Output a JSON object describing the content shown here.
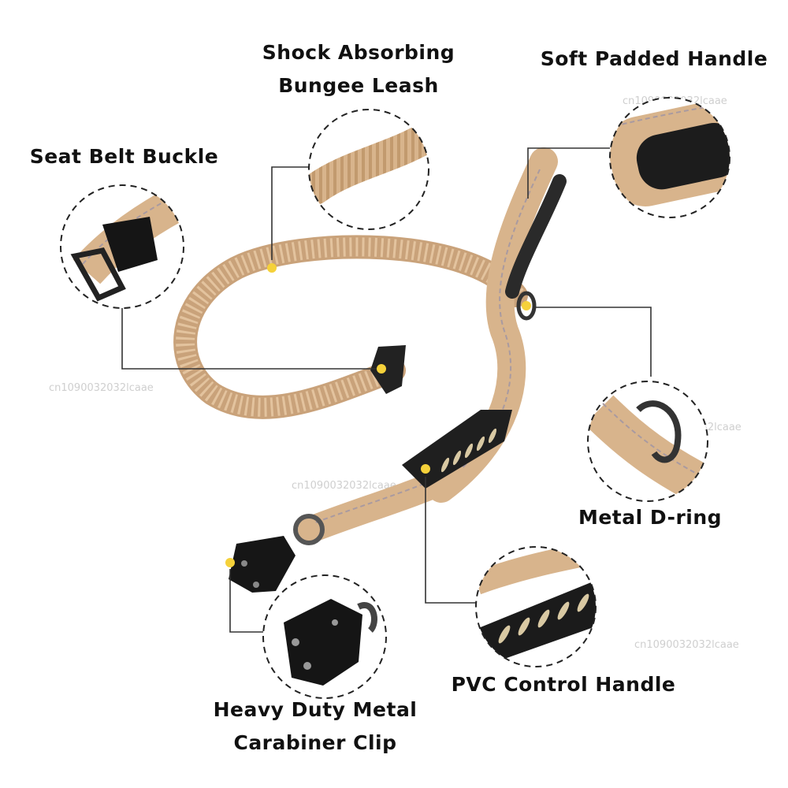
{
  "labels": {
    "shock_line1": "Shock Absorbing",
    "shock_line2": "Bungee Leash",
    "soft_padded": "Soft Padded Handle",
    "seat_belt": "Seat Belt Buckle",
    "metal_dring": "Metal D-ring",
    "pvc_handle": "PVC Control Handle",
    "carabiner_line1": "Heavy Duty Metal",
    "carabiner_line2": "Carabiner Clip"
  },
  "watermark": "cn1090032032lcaae",
  "colors": {
    "tan": "#d8b48c",
    "tan_dark": "#b98f63",
    "stitch": "#a99aa0",
    "black": "#1a1a1a",
    "hotspot": "#f5d13a",
    "line": "#333333"
  }
}
